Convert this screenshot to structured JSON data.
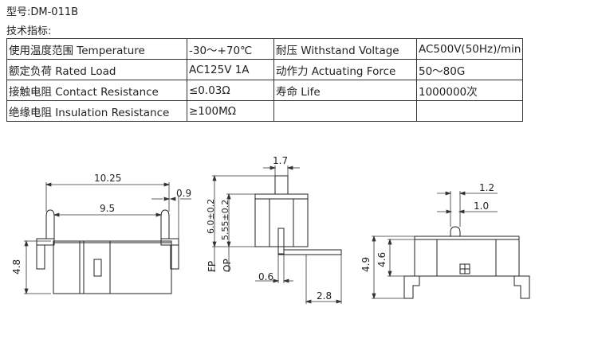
{
  "header": {
    "model": "型号:DM-011B",
    "spec_title": "技术指标:"
  },
  "specs": [
    [
      "使用温度范围 Temperature",
      "-30～+70℃",
      "耐压 Withstand Voltage",
      "AC500V(50Hz)/min"
    ],
    [
      "额定负荷 Rated Load",
      "AC125V 1A",
      "动作力 Actuating Force",
      "50～80G"
    ],
    [
      "接触电阻 Contact Resistance",
      "≤0.03Ω",
      "寿命 Life",
      "1000000次"
    ],
    [
      "绝缘电阻 Insulation Resistance",
      "≥100MΩ",
      "",
      ""
    ]
  ],
  "front_view": {
    "dim_overall": "10.25",
    "dim_inner": "9.5",
    "dim_pin": "0.9",
    "dim_height": "4.8"
  },
  "side_view": {
    "dim_width": "1.7",
    "dim_fp": "6.0±0.2",
    "dim_op": "5.55±0.2",
    "label_fp": "FP",
    "label_op": "OP",
    "dim_pin_thk": "0.6",
    "dim_pin_len": "2.8"
  },
  "right_view": {
    "dim_a": "1.2",
    "dim_b": "1.0",
    "dim_h1": "4.9",
    "dim_h2": "4.6"
  }
}
